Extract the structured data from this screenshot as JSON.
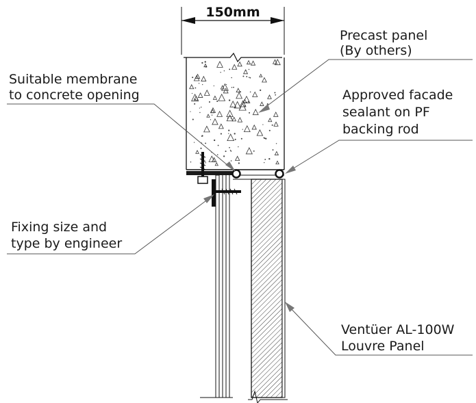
{
  "dimension": {
    "label": "150mm"
  },
  "labels": {
    "precast_panel": [
      "Precast panel",
      "(By others)"
    ],
    "membrane": [
      "Suitable membrane",
      "to concrete opening"
    ],
    "sealant": [
      "Approved facade",
      "sealant on PF",
      "backing rod"
    ],
    "fixing": [
      "Fixing size and",
      "type by engineer"
    ],
    "louvre": [
      "Ventüer AL-100W",
      "Louvre Panel"
    ]
  }
}
